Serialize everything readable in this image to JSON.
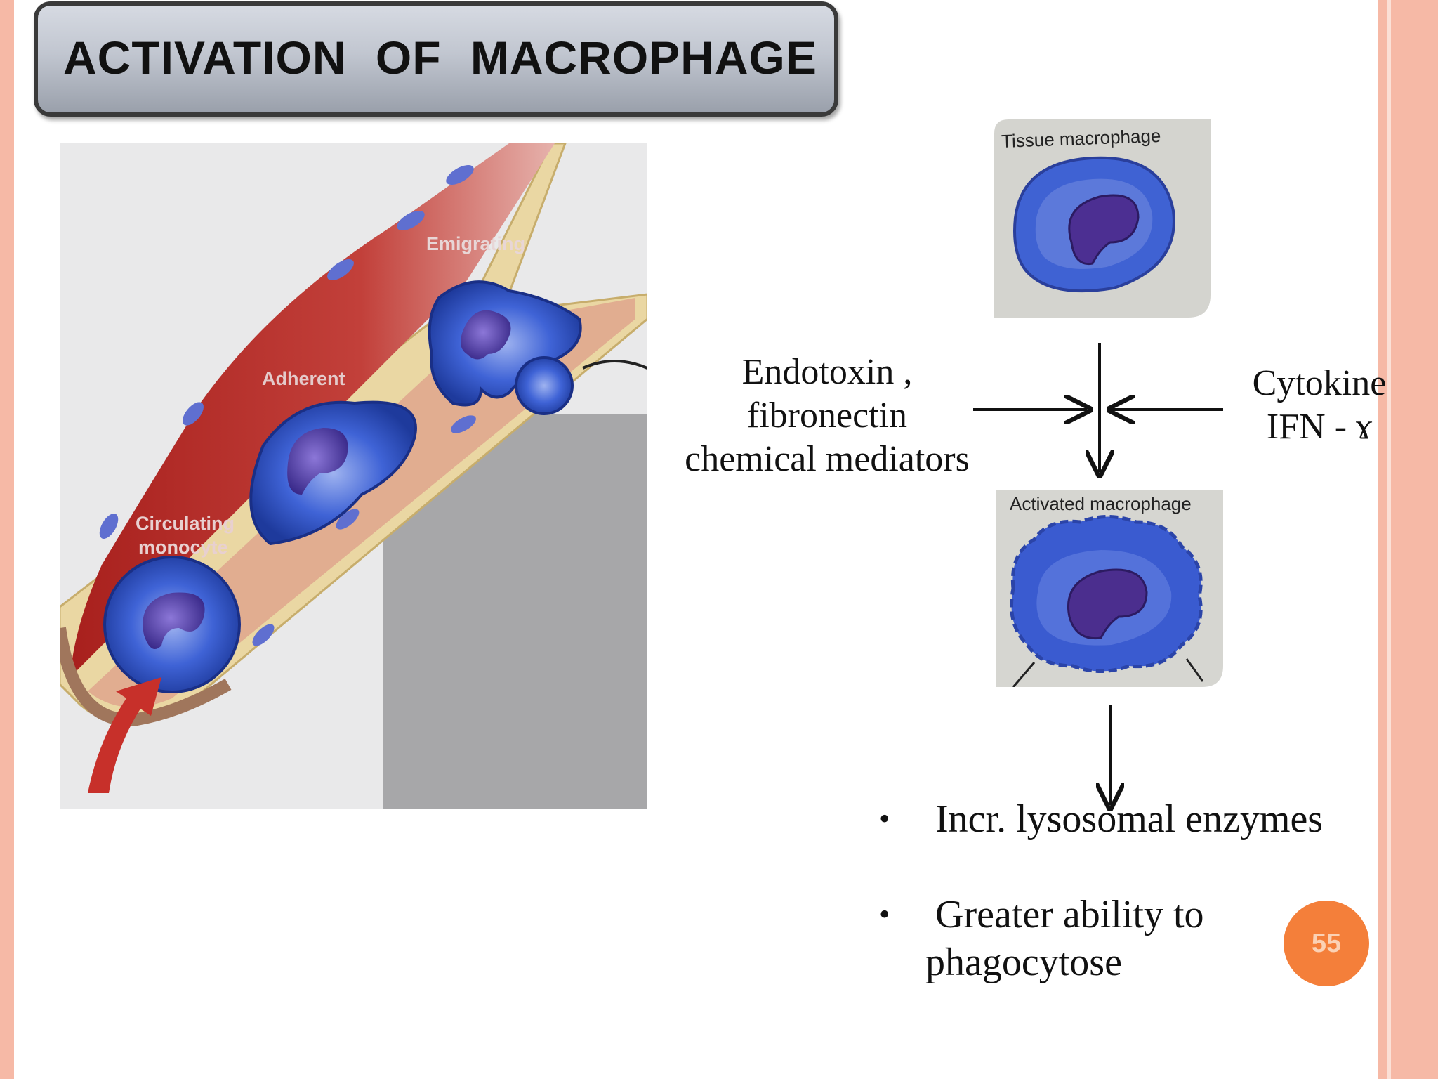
{
  "slide": {
    "title": "ACTIVATION  OF  MACROPHAGE",
    "page_number": "55",
    "colors": {
      "edge_pink": "#f6b9a6",
      "badge_orange": "#f47f3a",
      "cell_blue": "#3a5fcf",
      "vessel_red": "#b32a26"
    }
  },
  "left_figure": {
    "labels": {
      "emigrating": "Emigrating",
      "adherent": "Adherent",
      "circulating_line1": "Circulating",
      "circulating_line2": "monocyte"
    }
  },
  "right_figure": {
    "tissue_label": "Tissue macrophage",
    "activated_label": "Activated macrophage",
    "left_inputs": [
      "Endotoxin ,",
      "fibronectin",
      "chemical mediators"
    ],
    "right_inputs": [
      "Cytokine",
      "IFN - ɤ"
    ]
  },
  "bullets": [
    {
      "line1": "Incr. lysosomal enzymes",
      "line2": ""
    },
    {
      "line1": "Greater ability to",
      "line2": "phagocytose"
    }
  ]
}
